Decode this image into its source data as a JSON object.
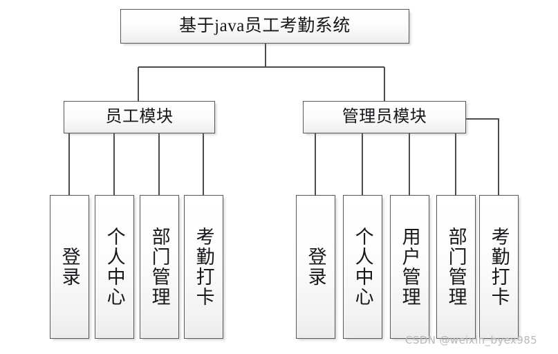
{
  "diagram": {
    "type": "tree",
    "title": "基于java员工考勤系统",
    "root": {
      "label": "基于java员工考勤系统"
    },
    "modules": [
      {
        "label": "员工模块"
      },
      {
        "label": "管理员模块"
      }
    ],
    "employee_features": [
      {
        "label": "登录"
      },
      {
        "label": "个人中心"
      },
      {
        "label": "部门管理"
      },
      {
        "label": "考勤打卡"
      }
    ],
    "admin_features": [
      {
        "label": "登录"
      },
      {
        "label": "个人中心"
      },
      {
        "label": "用户管理"
      },
      {
        "label": "部门管理"
      },
      {
        "label": "考勤打卡"
      }
    ],
    "colors": {
      "box_border": "#575757",
      "box_fill_top": "#ffffff",
      "box_fill_bottom": "#ececed",
      "connector": "#4a4a4a",
      "text": "#17171b",
      "watermark": "#b9b9b9",
      "background": "#ffffff"
    }
  },
  "watermark": {
    "text": "CSDN @weixin_byex985"
  }
}
